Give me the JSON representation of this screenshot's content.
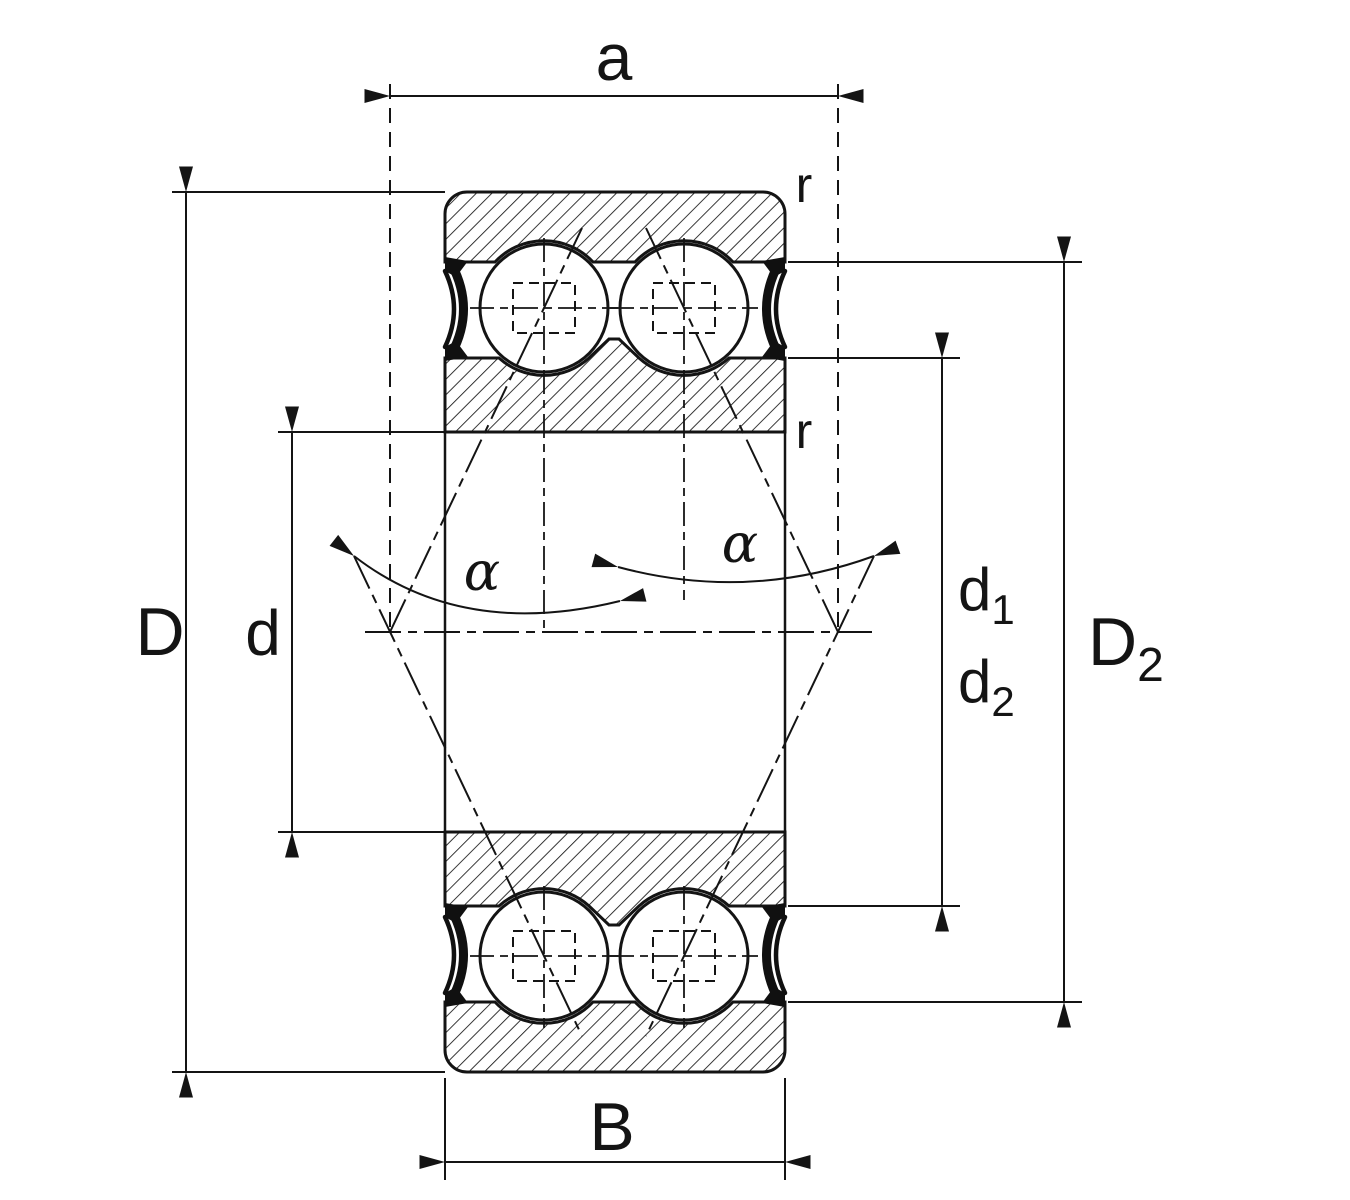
{
  "diagram": {
    "type": "double-row-angular-contact-ball-bearing-cross-section",
    "colors": {
      "line": "#141414",
      "background": "#ffffff",
      "seal": "#101010"
    },
    "labels": {
      "a": "a",
      "r_upper": "r",
      "r_lower": "r",
      "D": "D",
      "d": "d",
      "alpha_left": "α",
      "alpha_right": "α",
      "d1": {
        "base": "d",
        "sub": "1"
      },
      "d2": {
        "base": "d",
        "sub": "2"
      },
      "D2": {
        "base": "D",
        "sub": "2"
      },
      "B": "B"
    }
  }
}
